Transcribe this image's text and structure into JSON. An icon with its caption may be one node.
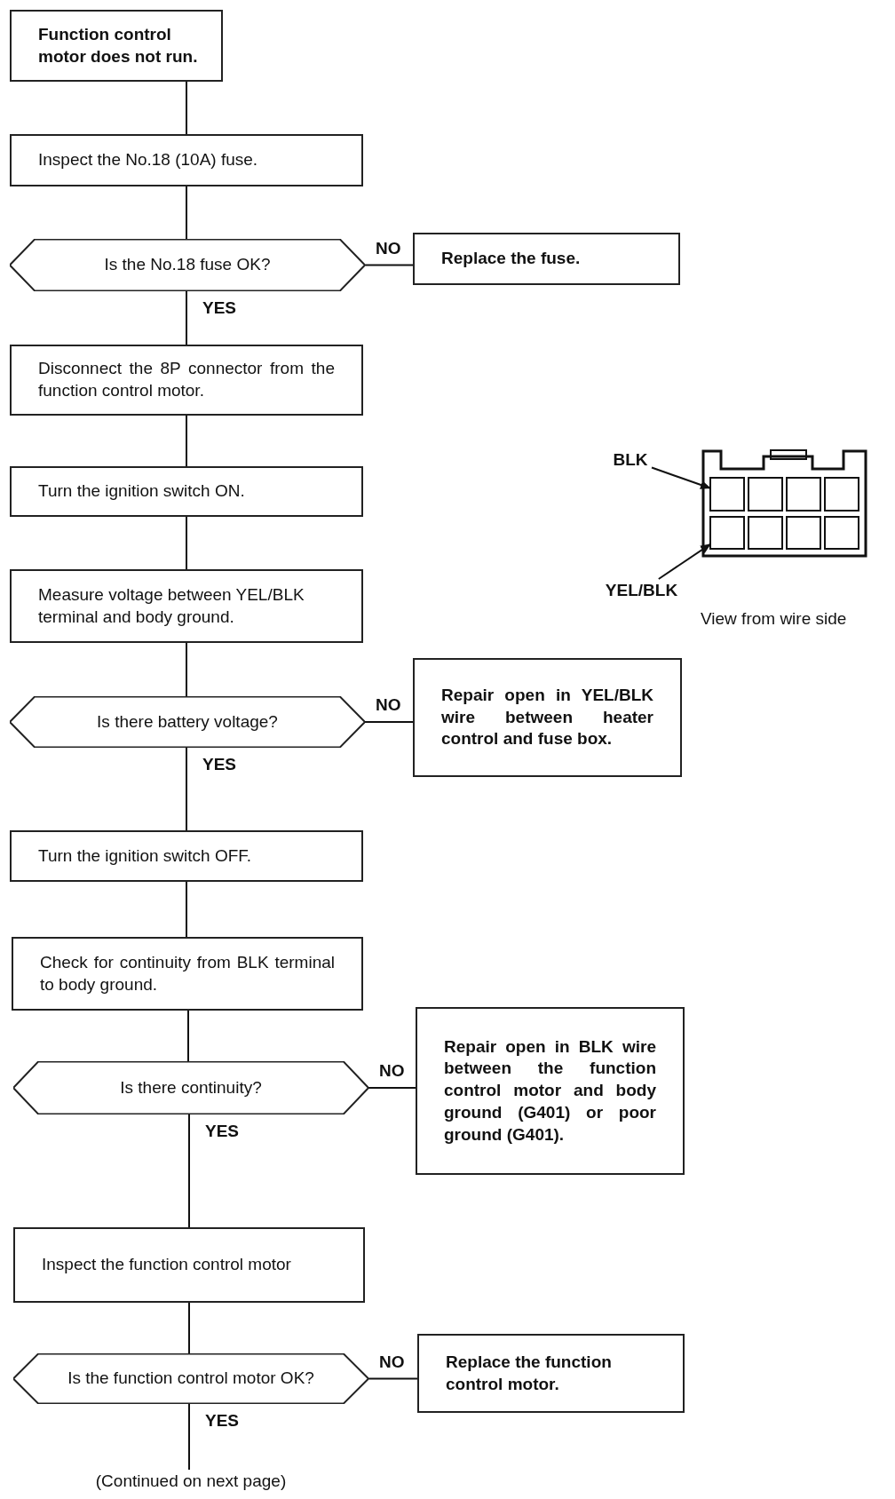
{
  "diagram": {
    "nodes": [
      {
        "text": [
          "Function control motor does not run."
        ]
      },
      {
        "text": [
          "Inspect the No.18 (10A) fuse."
        ]
      },
      {
        "text": [
          "Is the No.18 fuse OK?"
        ]
      },
      {
        "text": [
          "Replace the fuse."
        ]
      },
      {
        "text": [
          "Disconnect the 8P connector from the function control motor."
        ]
      },
      {
        "text": [
          "Turn the ignition switch ON."
        ]
      },
      {
        "text": [
          "Measure voltage between YEL/BLK terminal and body ground."
        ]
      },
      {
        "text": [
          "Is there battery voltage?"
        ]
      },
      {
        "text": [
          "Repair open in YEL/BLK wire between heater control and fuse box."
        ]
      },
      {
        "text": [
          "Turn the ignition switch OFF."
        ]
      },
      {
        "text": [
          "Check for continuity from BLK terminal to body ground."
        ]
      },
      {
        "text": [
          "Is there continuity?"
        ]
      },
      {
        "text": [
          "Repair open in BLK wire between the function control motor and body ground (G401) or poor ground (G401)."
        ]
      },
      {
        "text": [
          "Inspect the function control motor"
        ]
      },
      {
        "text": [
          "Is the function control motor OK?"
        ]
      },
      {
        "text": [
          "Replace the function control motor."
        ]
      },
      {
        "text": [
          "BLK"
        ]
      },
      {
        "text": [
          "YEL/BLK"
        ]
      },
      {
        "text": [],
        "shape": "box"
      },
      {
        "text": [],
        "shape": "box"
      },
      {
        "text": [
          "(Continued on next page)"
        ]
      }
    ],
    "edges": [
      {
        "from": 0,
        "to": 1,
        "arrow": "none"
      },
      {
        "from": 1,
        "to": 2,
        "arrow": "none"
      },
      {
        "from": 2,
        "to": 3,
        "arrow": "none",
        "label": "NO"
      },
      {
        "from": 2,
        "to": 4,
        "arrow": "none",
        "label": "YES"
      },
      {
        "from": 4,
        "to": 5,
        "arrow": "none"
      },
      {
        "from": 5,
        "to": 6,
        "arrow": "none"
      },
      {
        "from": 6,
        "to": 7,
        "arrow": "none"
      },
      {
        "from": 7,
        "to": 8,
        "arrow": "none",
        "label": "NO"
      },
      {
        "from": 7,
        "to": 9,
        "arrow": "none",
        "label": "YES"
      },
      {
        "from": 9,
        "to": 10,
        "arrow": "none"
      },
      {
        "from": 10,
        "to": 11,
        "arrow": "none"
      },
      {
        "from": 11,
        "to": 12,
        "arrow": "none",
        "label": "NO"
      },
      {
        "from": 11,
        "to": 13,
        "arrow": "none",
        "label": "YES"
      },
      {
        "from": 13,
        "to": 14,
        "arrow": "none"
      },
      {
        "from": 14,
        "to": 15,
        "arrow": "none",
        "label": "NO"
      },
      {
        "from": 14,
        "to": 20,
        "arrow": "none",
        "label": "YES"
      },
      {
        "from": 16,
        "to": 18,
        "arrow": "to"
      },
      {
        "from": 17,
        "to": 19,
        "arrow": "to"
      }
    ],
    "labels": [
      "View from wire side"
    ]
  }
}
